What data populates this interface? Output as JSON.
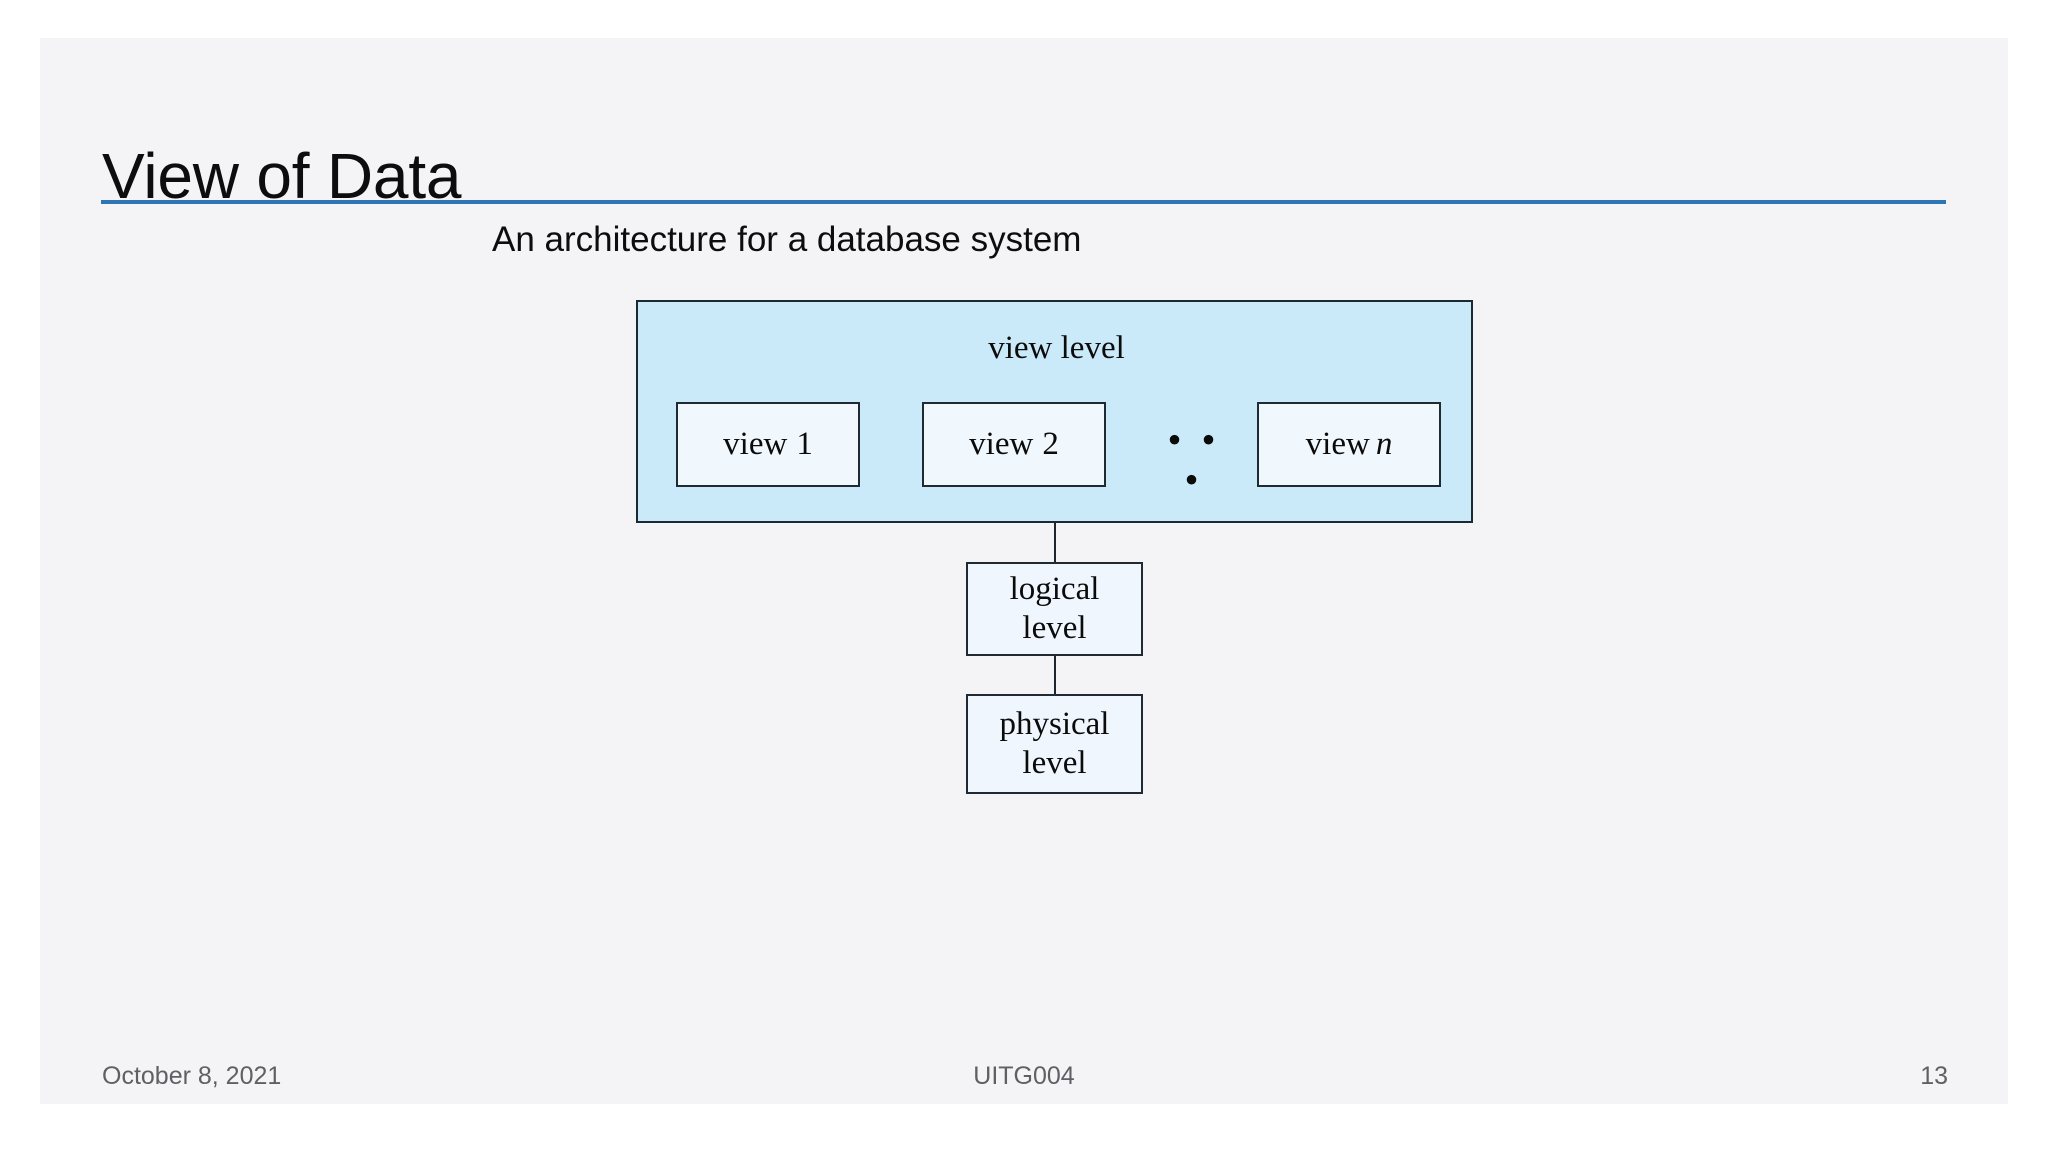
{
  "slide": {
    "title": "View of Data",
    "subtitle": "An architecture for a database system",
    "accent_color": "#2e75b6",
    "background_color": "#f4f4f6",
    "canvas_color": "#ffffff"
  },
  "diagram": {
    "view_level": {
      "label": "view level",
      "fill_color": "#cbeaf9",
      "border_color": "#1b2a32",
      "views": [
        {
          "label_prefix": "view",
          "label_index": "1"
        },
        {
          "label_prefix": "view",
          "label_index": "2"
        },
        {
          "label_prefix": "view",
          "label_index": "n"
        }
      ],
      "ellipsis": "• • •",
      "view_fill_color": "#f0f7fd"
    },
    "levels": [
      {
        "line1": "logical",
        "line2": "level"
      },
      {
        "line1": "physical",
        "line2": "level"
      }
    ]
  },
  "footer": {
    "date": "October 8, 2021",
    "course_code": "UITG004",
    "page_number": "13",
    "text_color": "#5f5f66"
  }
}
